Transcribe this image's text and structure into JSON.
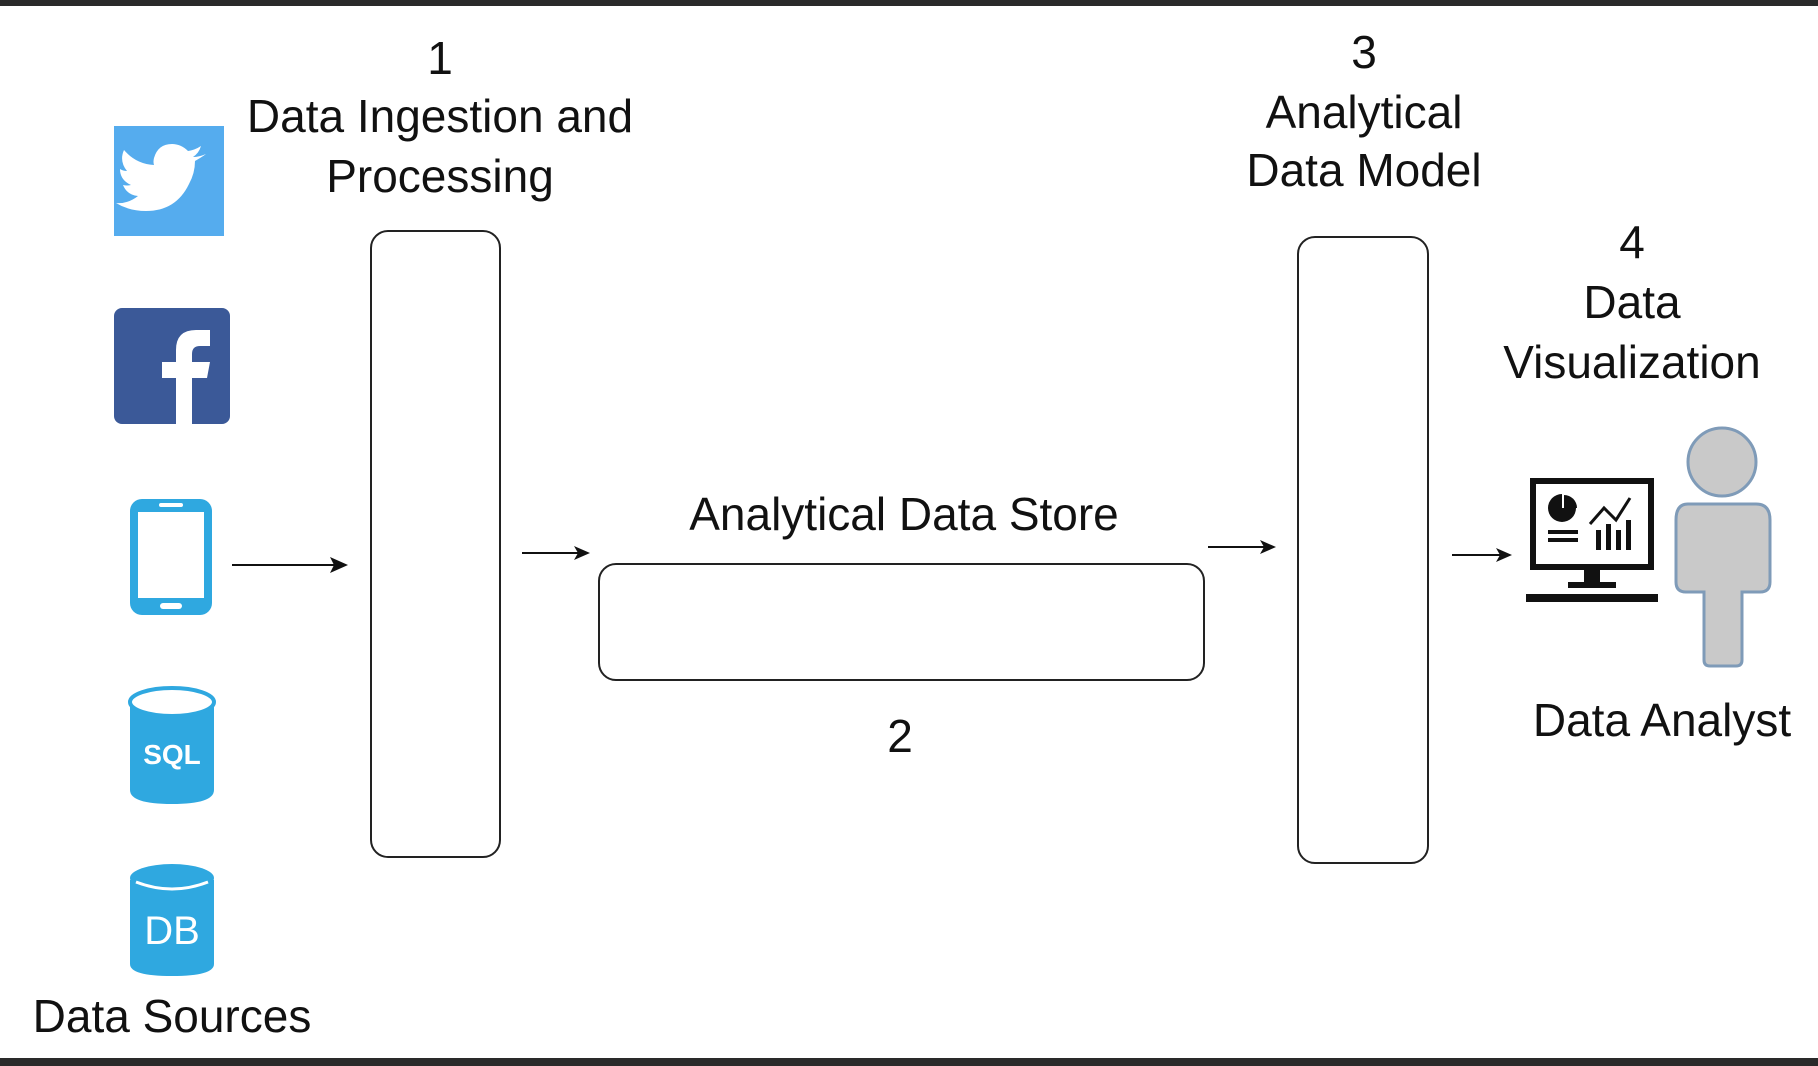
{
  "stages": {
    "ingestion": {
      "number": "1",
      "line1": "Data Ingestion and",
      "line2": "Processing"
    },
    "store": {
      "title": "Analytical Data Store",
      "number": "2"
    },
    "model": {
      "number": "3",
      "line1": "Analytical",
      "line2": "Data Model"
    },
    "visualization": {
      "number": "4",
      "line1": "Data",
      "line2": "Visualization"
    }
  },
  "sources": {
    "label": "Data Sources",
    "icons": [
      "twitter-icon",
      "facebook-icon",
      "mobile-phone-icon",
      "sql-database-icon",
      "database-icon"
    ],
    "sql_text": "SQL",
    "db_text": "DB"
  },
  "analyst": {
    "label": "Data Analyst",
    "icons": [
      "monitor-dashboard-icon",
      "person-icon"
    ]
  },
  "colors": {
    "twitter": "#55acee",
    "facebook": "#3b5998",
    "db_blue": "#2fa8e0",
    "person_fill": "#c9c9c9",
    "person_stroke": "#7f9bb8"
  }
}
